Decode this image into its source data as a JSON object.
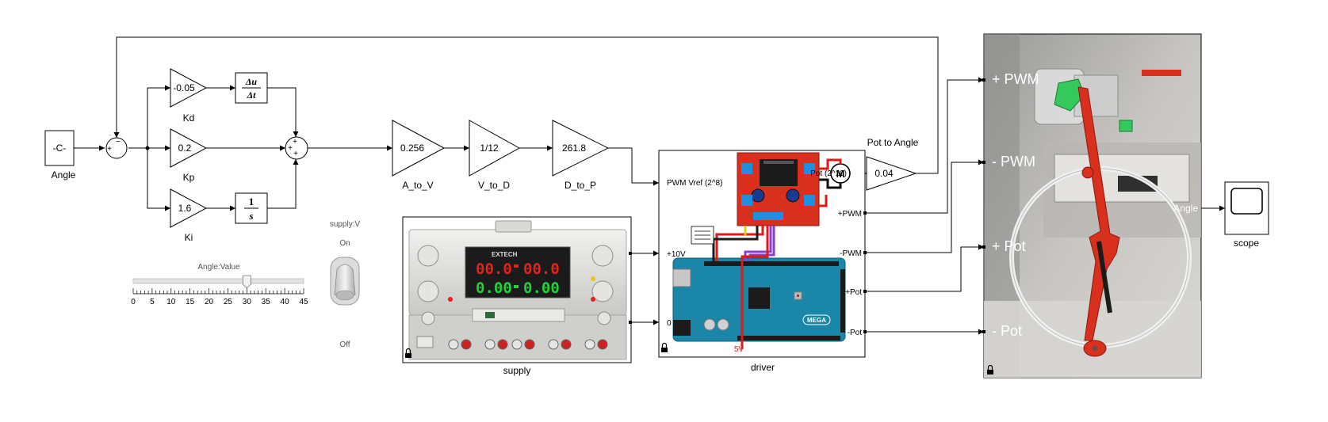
{
  "blocks": {
    "angle_const": {
      "value": "-C-",
      "label": "Angle"
    },
    "kd": {
      "value": "-0.05",
      "label": "Kd"
    },
    "kp": {
      "value": "0.2",
      "label": "Kp"
    },
    "ki": {
      "value": "1.6",
      "label": "Ki"
    },
    "a_to_v": {
      "value": "0.256",
      "label": "A_to_V"
    },
    "v_to_d": {
      "value": "1/12",
      "label": "V_to_D"
    },
    "d_to_p": {
      "value": "261.8",
      "label": "D_to_P"
    },
    "pot_to_angle": {
      "value": "0.04",
      "label": "Pot to Angle"
    },
    "scope": {
      "label": "scope"
    },
    "supply": {
      "label": "supply",
      "brand": "EXTECH"
    },
    "driver": {
      "label": "driver",
      "board_text": "MEGA",
      "red_text": "5V"
    }
  },
  "slider": {
    "label": "Angle:Value",
    "ticks": [
      "0",
      "5",
      "10",
      "15",
      "20",
      "25",
      "30",
      "35",
      "40",
      "45"
    ],
    "value": 30
  },
  "switch": {
    "label": "supply:V",
    "on": "On",
    "off": "Off"
  },
  "ports": {
    "driver_in": [
      "PWM Vref (2^8)",
      "+10V",
      "0"
    ],
    "driver_out": [
      "+PWM",
      "-PWM",
      "+Pot",
      "-Pot"
    ],
    "pot_label": "Pot (2^10)",
    "plant_in": [
      "+ PWM",
      "- PWM",
      "+ Pot",
      "- Pot"
    ],
    "plant_out": "Angle"
  },
  "colors": {
    "lcd_red": "#e8201a",
    "lcd_green": "#22d23a",
    "pcb_blue": "#1a86a8",
    "driver_red": "#d8301c"
  }
}
